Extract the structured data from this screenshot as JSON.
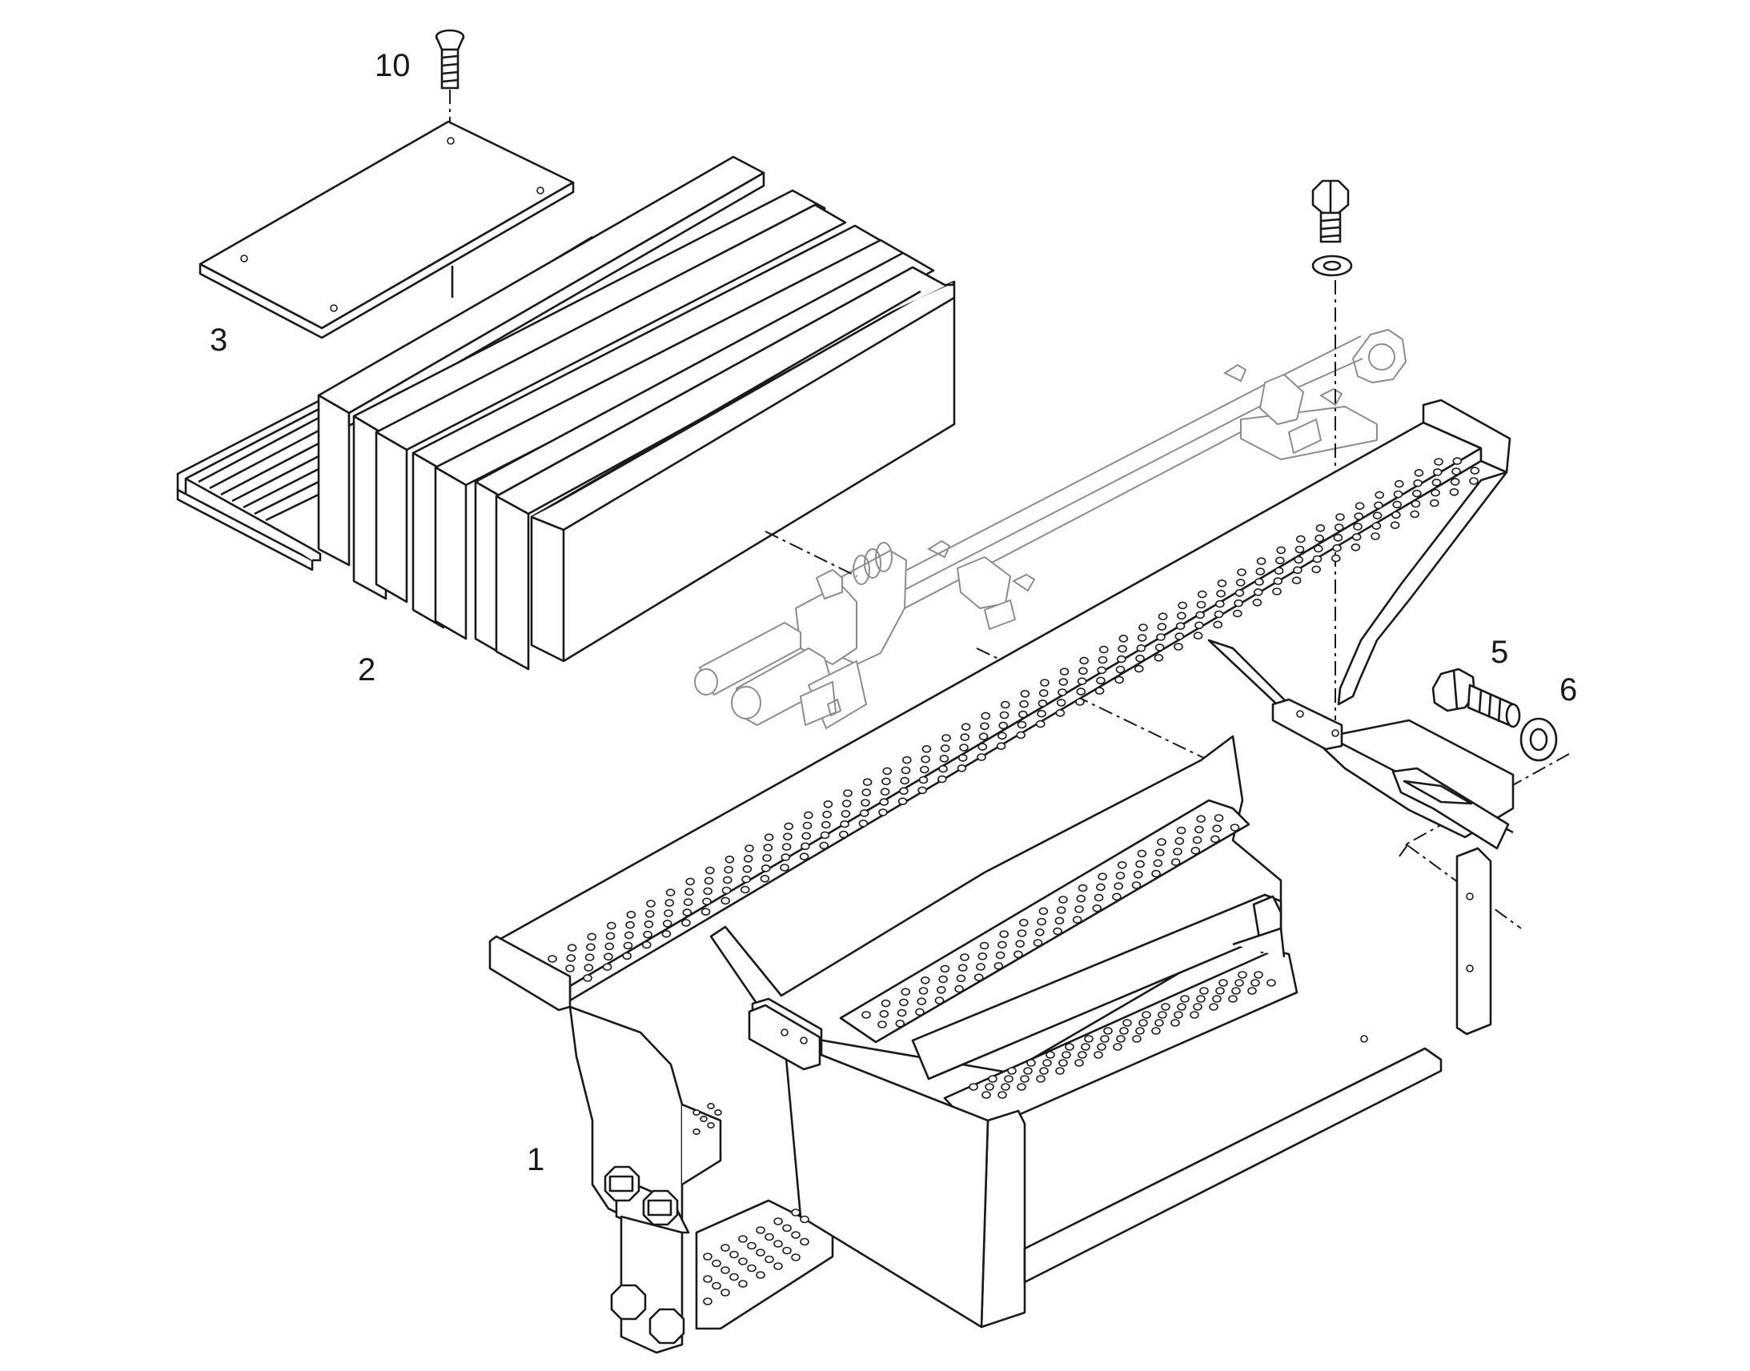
{
  "callouts": {
    "c1": "1",
    "c2": "2",
    "c3": "3",
    "c5": "5",
    "c6": "6",
    "c10": "10"
  },
  "colors": {
    "line": "#1a1a1a",
    "phantom": "#8c8c8c",
    "background": "#ffffff"
  }
}
